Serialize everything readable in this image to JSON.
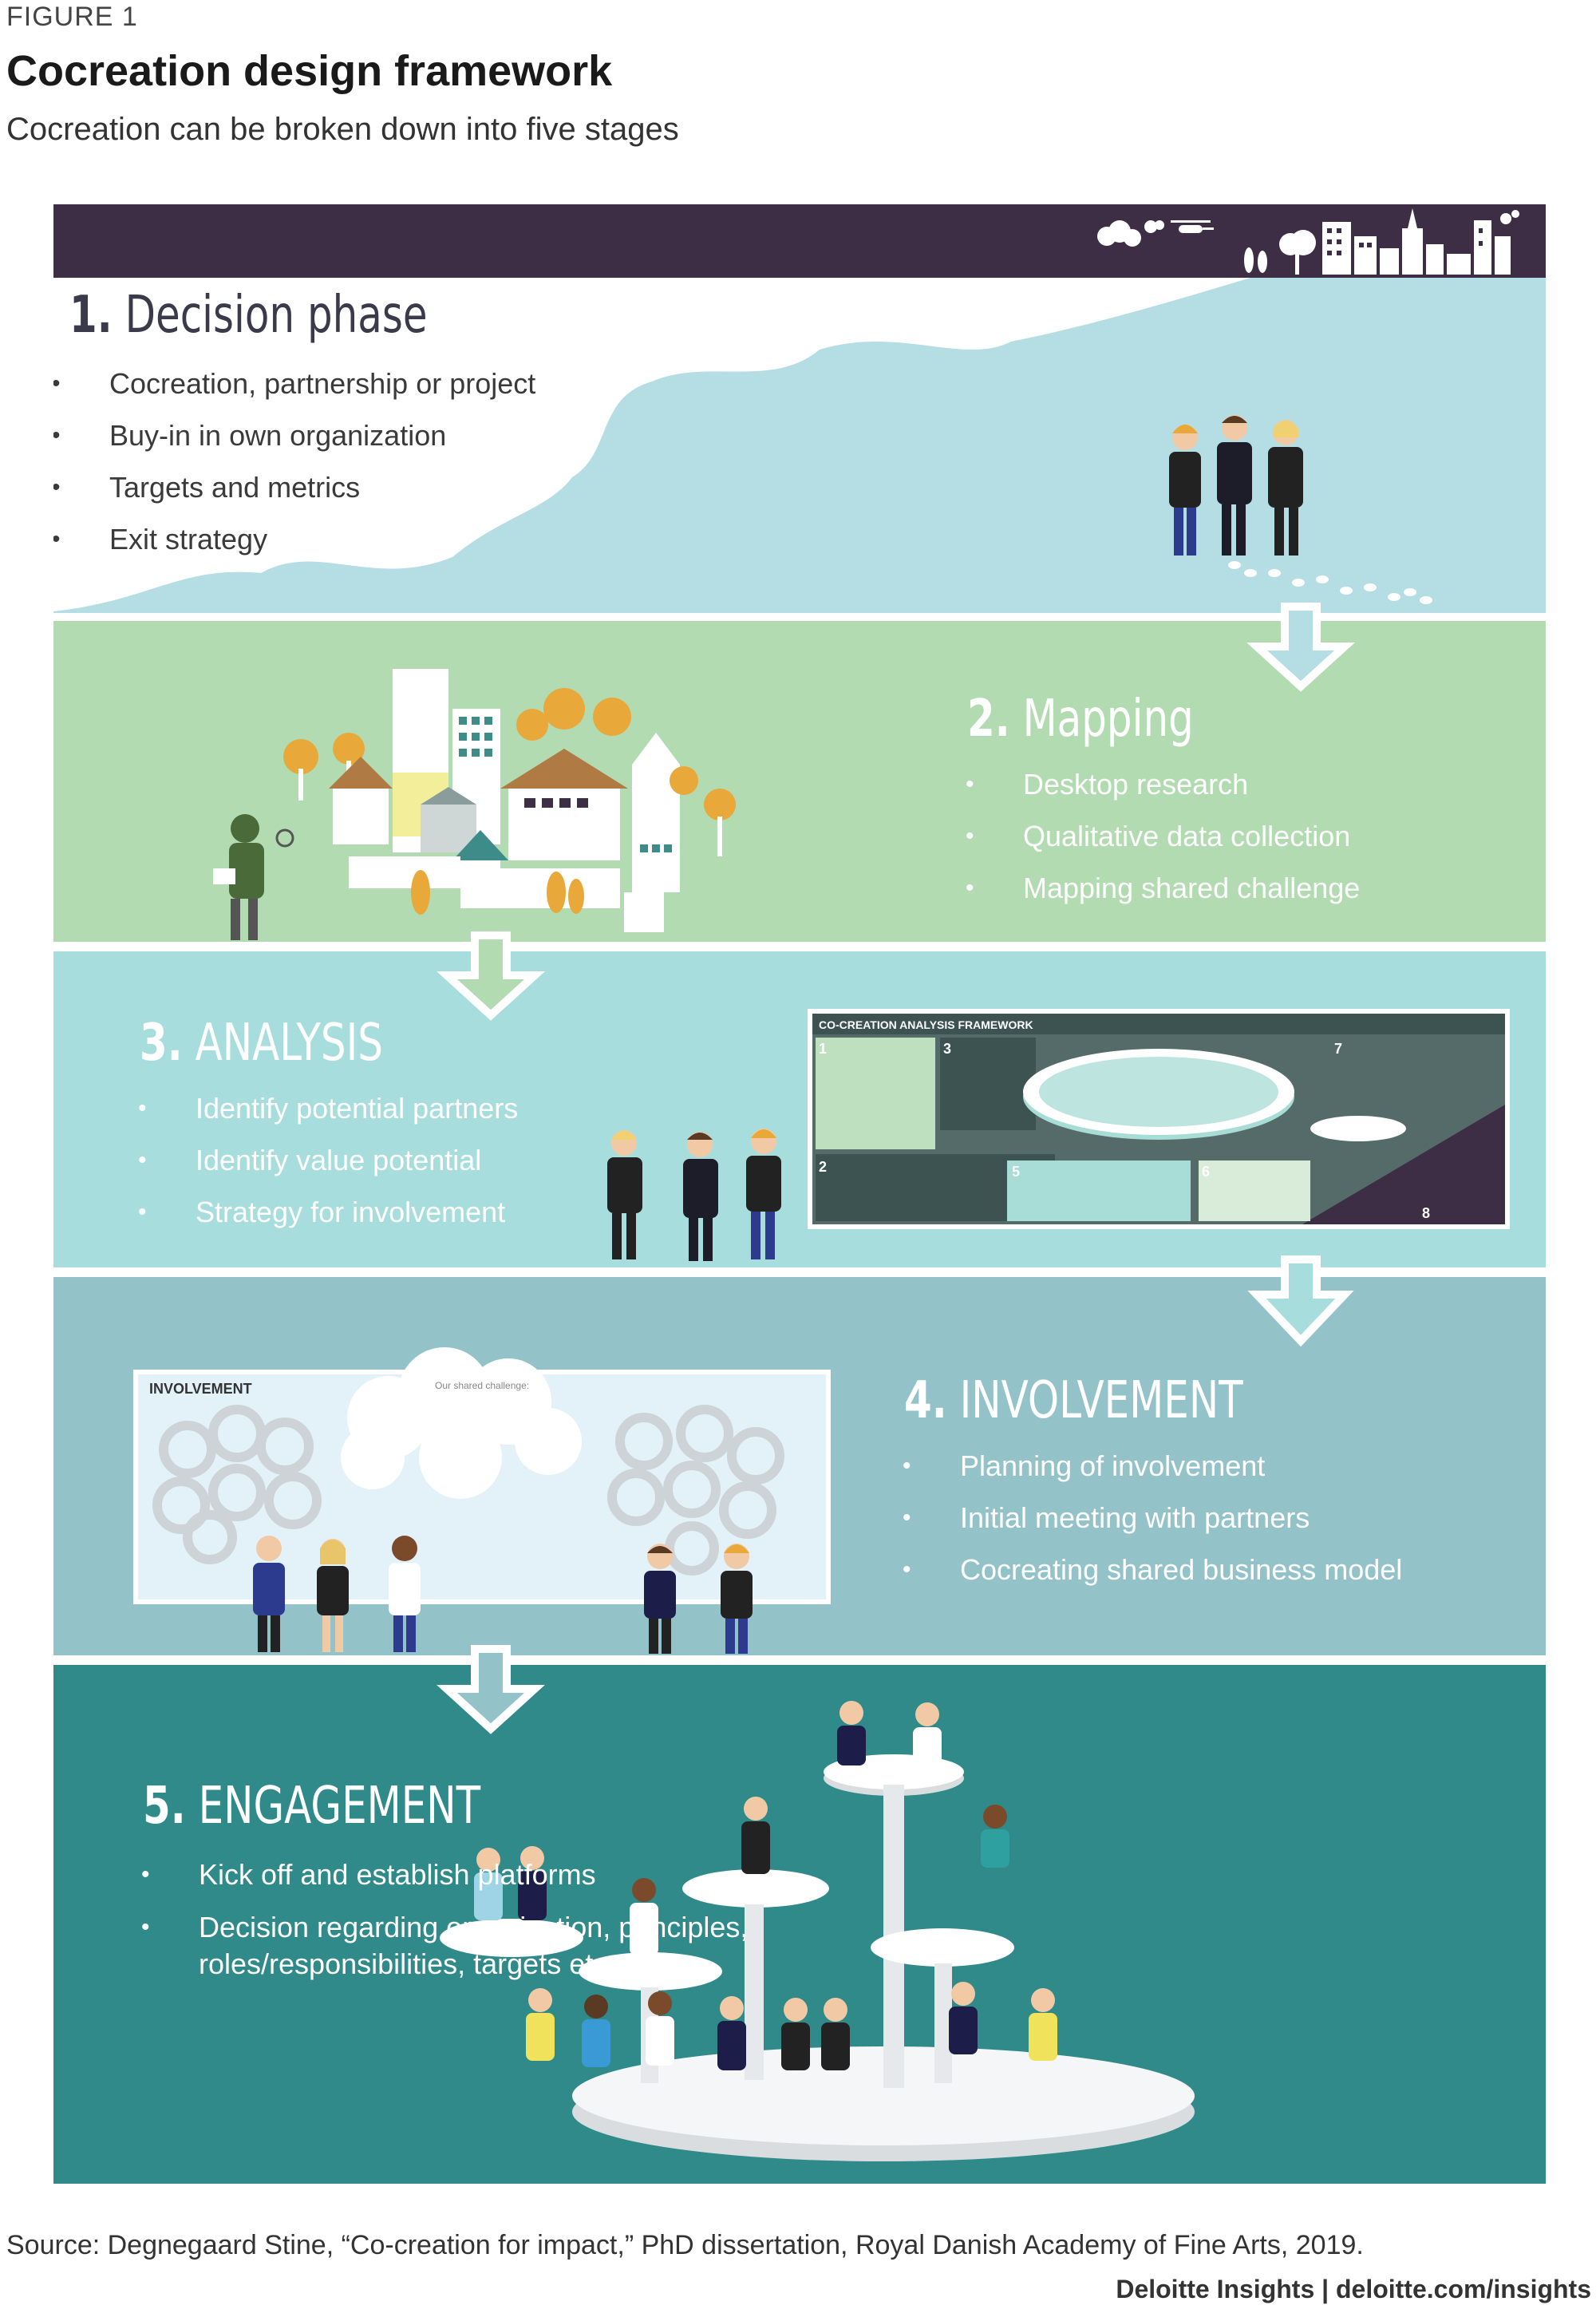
{
  "header": {
    "figure_label": "FIGURE 1",
    "title": "Cocreation design framework",
    "subtitle": "Cocreation can be broken down into five stages"
  },
  "phases": [
    {
      "number": "1.",
      "title": "Decision phase",
      "bullets": [
        "Cocreation, partnership or project",
        "Buy-in in own organization",
        "Targets and metrics",
        "Exit strategy"
      ]
    },
    {
      "number": "2.",
      "title": "Mapping",
      "bullets": [
        "Desktop research",
        "Qualitative data collection",
        "Mapping shared challenge"
      ]
    },
    {
      "number": "3.",
      "title": "ANALYSIS",
      "bullets": [
        "Identify potential partners",
        "Identify value potential",
        "Strategy for involvement"
      ]
    },
    {
      "number": "4.",
      "title": "INVOLVEMENT",
      "bullets": [
        "Planning of involvement",
        "Initial meeting with partners",
        "Cocreating shared business model"
      ]
    },
    {
      "number": "5.",
      "title": "ENGAGEMENT",
      "bullets": [
        "Kick off and establish platforms",
        "Decision regarding organization, principles, roles/responsibilities, targets etc."
      ]
    }
  ],
  "analysis_board": {
    "title": "CO-CREATION ANALYSIS FRAMEWORK",
    "steps": [
      "1",
      "2",
      "3",
      "5",
      "6",
      "7",
      "8"
    ]
  },
  "involvement_board": {
    "title": "INVOLVEMENT",
    "cloud_label": "Our shared challenge:"
  },
  "footer": {
    "source": "Source: Degnegaard Stine, “Co-creation for impact,” PhD dissertation, Royal Danish Academy of Fine Arts, 2019.",
    "brand": "Deloitte Insights | deloitte.com/insights"
  },
  "colors": {
    "band_top": "#3d2e45",
    "decision": "#b5dde4",
    "mapping": "#b3dbb2",
    "analysis": "#a7dedd",
    "involvement": "#93c3c9",
    "engagement": "#2f8a89"
  }
}
